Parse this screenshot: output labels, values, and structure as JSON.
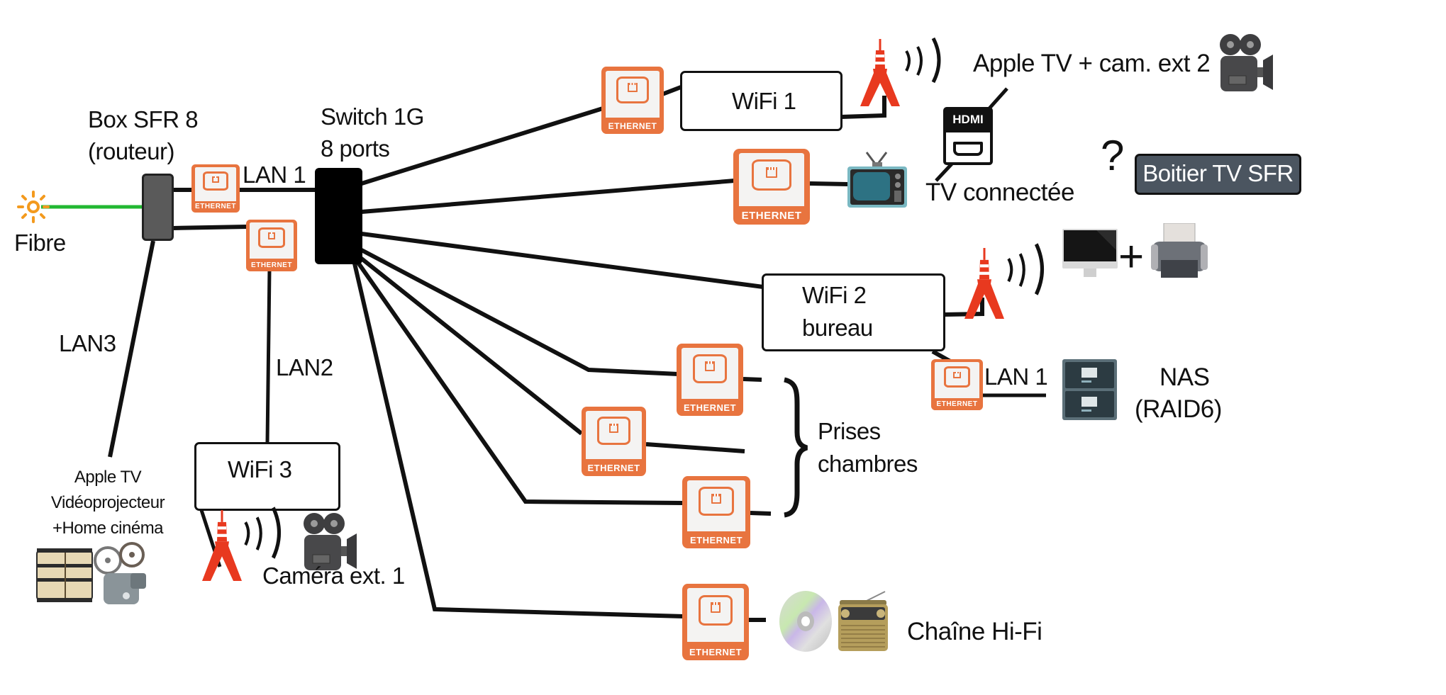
{
  "diagram": {
    "title": "Réseau domestique",
    "colors": {
      "ethernet": "#e8743f",
      "fiber": "#22b832",
      "wire": "#111111",
      "router": "#5a5a5a",
      "switch": "#000000",
      "tower": "#e8391f",
      "tv_box_bg": "#4b5560"
    },
    "nodes": {
      "fibre": {
        "label": "Fibre",
        "icon": "sun-icon"
      },
      "router": {
        "label_line1": "Box SFR 8",
        "label_line2": "(routeur)"
      },
      "switch": {
        "label_line1": "Switch 1G",
        "label_line2": "8 ports"
      },
      "wifi1": {
        "label": "WiFi 1"
      },
      "wifi2": {
        "label_line1": "WiFi 2",
        "label_line2": "bureau"
      },
      "wifi3": {
        "label": "WiFi 3"
      },
      "apple_tv_cam2": {
        "label": "Apple TV + cam. ext 2"
      },
      "hdmi": {
        "label": "HDMI"
      },
      "tv": {
        "label": "TV connectée"
      },
      "question": {
        "label": "?"
      },
      "tv_box": {
        "label": "Boitier TV SFR"
      },
      "desk": {
        "plus": "+"
      },
      "nas": {
        "label_line1": "NAS",
        "label_line2": "(RAID6)"
      },
      "rooms": {
        "label_line1": "Prises",
        "label_line2": "chambres"
      },
      "hifi": {
        "label": "Chaîne Hi-Fi"
      },
      "home_cinema": {
        "line1": "Apple TV",
        "line2": "Vidéoprojecteur",
        "line3": "+Home cinéma"
      },
      "camera1": {
        "label": "Caméra ext. 1"
      }
    },
    "links": {
      "lan1_router_switch": "LAN 1",
      "lan2": "LAN2",
      "lan3": "LAN3",
      "lan1_nas": "LAN 1"
    },
    "ethernet_label": "ETHERNET"
  }
}
